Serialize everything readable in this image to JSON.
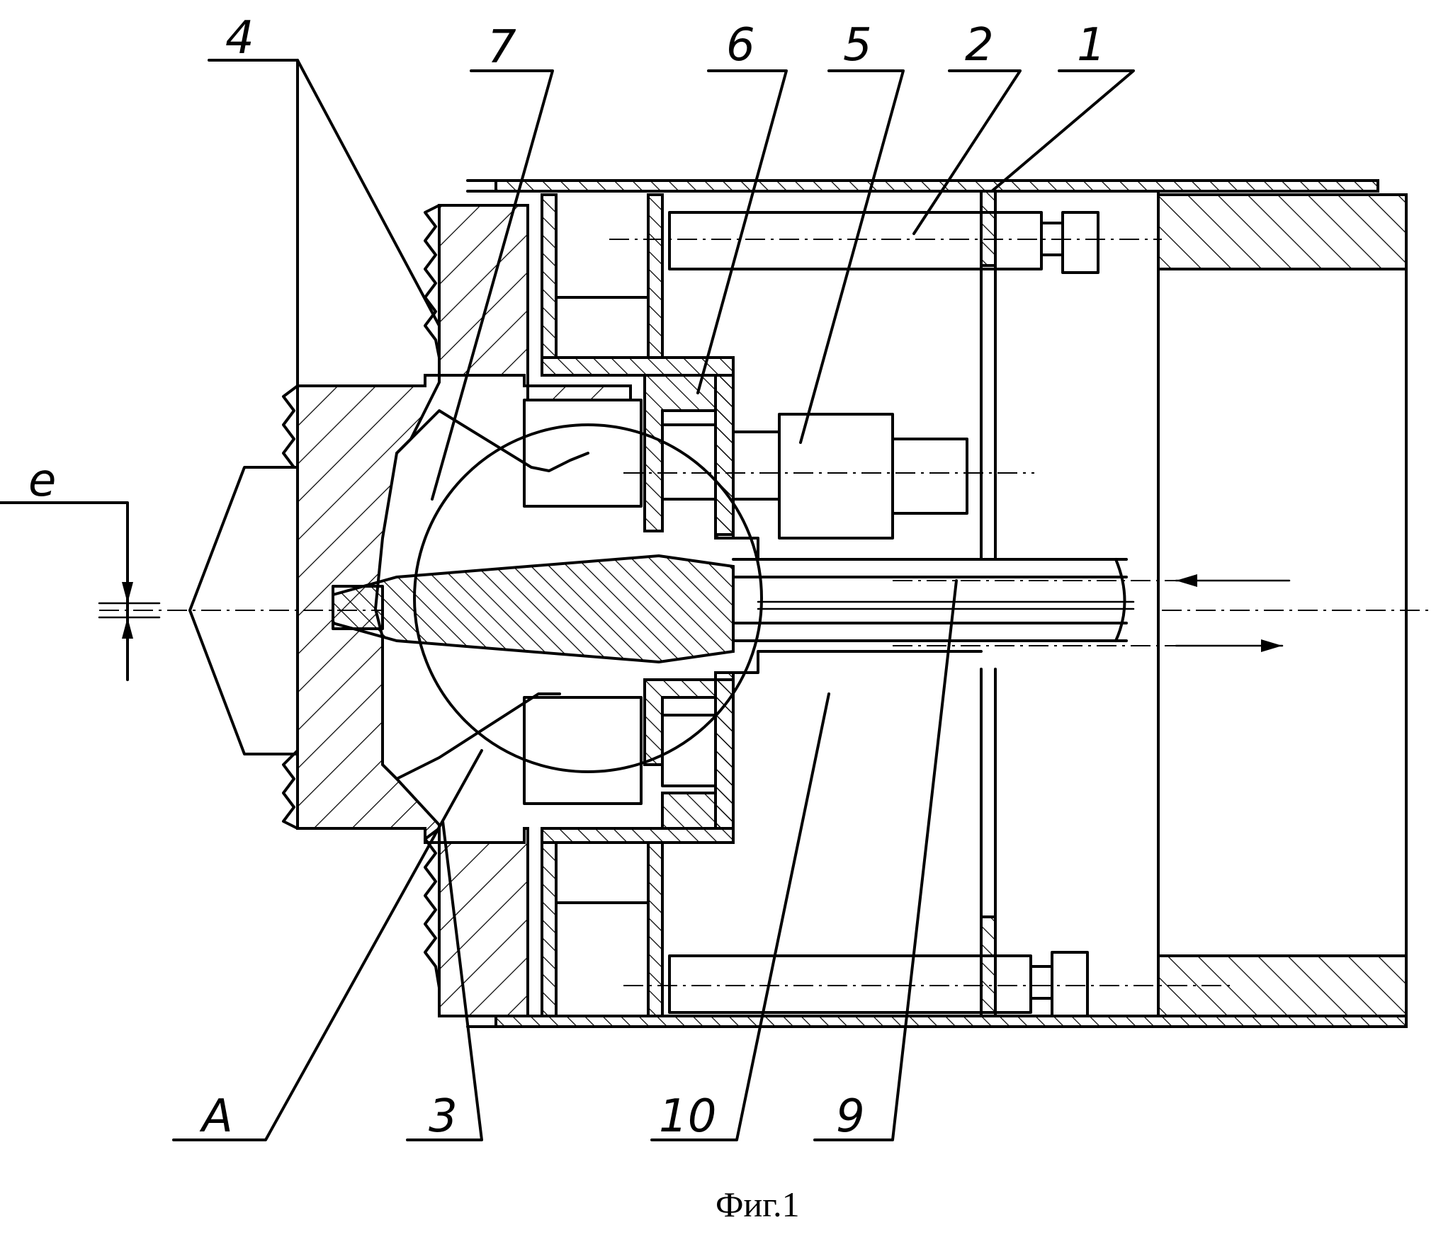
{
  "figure": {
    "caption": "Фиг.1",
    "labels": [
      {
        "id": "label-1",
        "text": "1"
      },
      {
        "id": "label-2",
        "text": "2"
      },
      {
        "id": "label-3",
        "text": "3"
      },
      {
        "id": "label-4",
        "text": "4"
      },
      {
        "id": "label-5",
        "text": "5"
      },
      {
        "id": "label-6",
        "text": "6"
      },
      {
        "id": "label-7",
        "text": "7"
      },
      {
        "id": "label-9",
        "text": "9"
      },
      {
        "id": "label-10",
        "text": "10"
      },
      {
        "id": "label-A",
        "text": "A"
      },
      {
        "id": "label-e",
        "text": "e"
      }
    ]
  }
}
